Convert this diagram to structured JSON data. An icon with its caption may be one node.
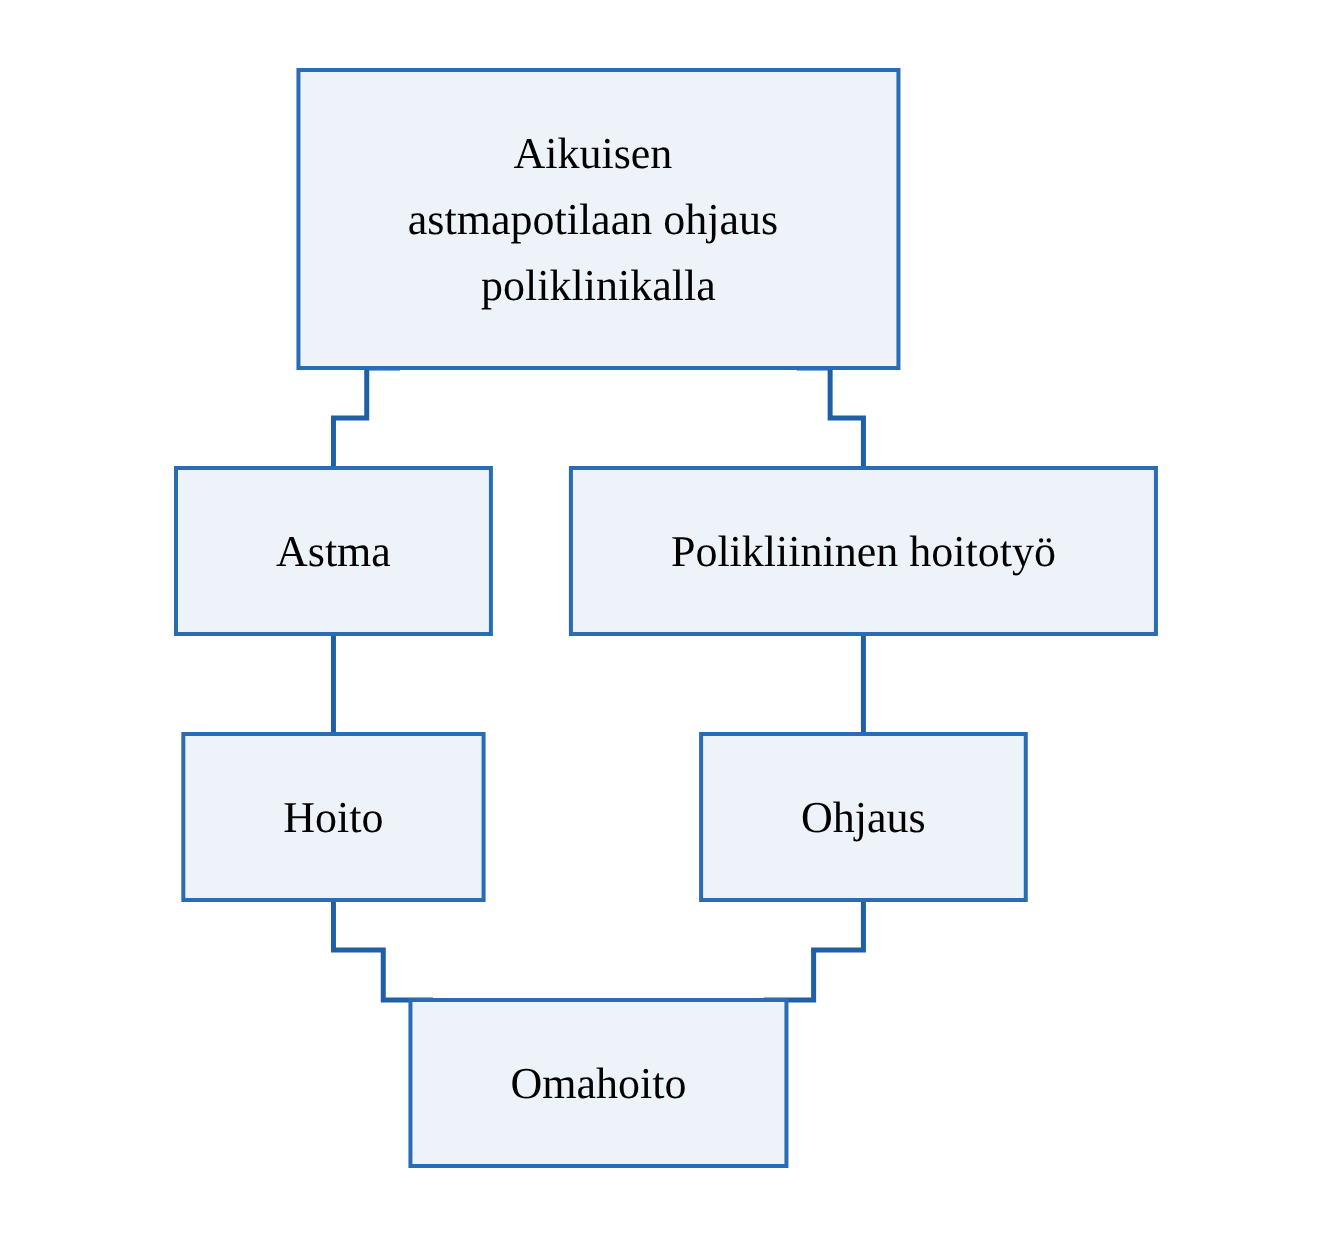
{
  "diagram": {
    "nodes": [
      {
        "text": [
          "Aikuisen astmapotilaan ohjaus poliklinikalla"
        ]
      },
      {
        "text": [
          "Astma"
        ]
      },
      {
        "text": [
          "Polikliininen hoitotyö"
        ]
      },
      {
        "text": [
          "Hoito"
        ]
      },
      {
        "text": [
          "Ohjaus"
        ]
      },
      {
        "text": [
          "Omahoito"
        ]
      }
    ],
    "edges": [
      {
        "from": 0,
        "to": 1,
        "arrow": "none"
      },
      {
        "from": 0,
        "to": 2,
        "arrow": "none"
      },
      {
        "from": 1,
        "to": 3,
        "arrow": "none"
      },
      {
        "from": 2,
        "to": 4,
        "arrow": "none"
      },
      {
        "from": 3,
        "to": 5,
        "arrow": "none"
      },
      {
        "from": 4,
        "to": 5,
        "arrow": "none"
      }
    ]
  }
}
